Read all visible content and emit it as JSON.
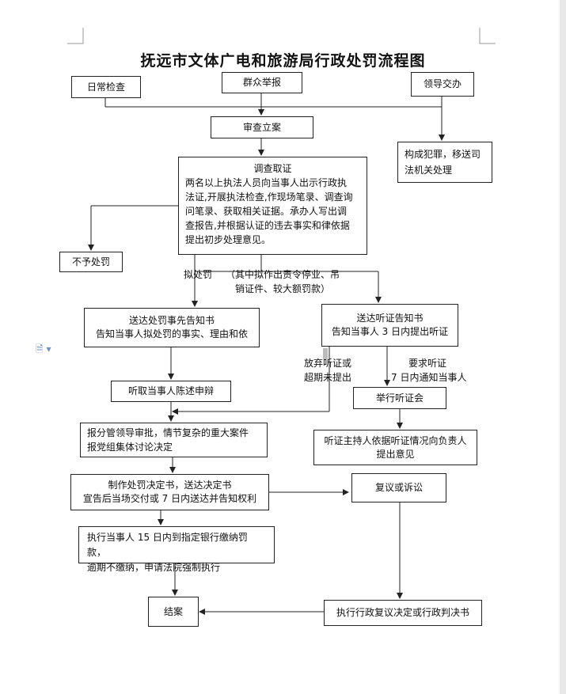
{
  "title": "抚远市文体广电和旅游局行政处罚流程图",
  "nodes": {
    "daily_check": "日常检查",
    "public_report": "群众举报",
    "leader_assign": "领导交办",
    "review_filing": "审查立案",
    "crime_transfer": [
      "构成犯罪，移送司",
      "法机关处理"
    ],
    "investigation_title": "调查取证",
    "investigation_body": [
      "两名以上执法人员向当事人出示行政执",
      "法证,开展执法检查,作现场笔录、调查询",
      "问笔录、获取相关证据。承办人写出调",
      "查报告,并根据认证的违去事实和律依据",
      "提出初步处理意见。"
    ],
    "no_penalty": "不予处罚",
    "notice_prior": [
      "送达处罚事先告知书",
      "告知当事人拟处罚的事实、理由和依"
    ],
    "hearing_notice": [
      "送达听证告知书",
      "告知当事人 3 日内提出听证"
    ],
    "hear_statement": "听取当事人陈述申辩",
    "hold_hearing": "举行听证会",
    "report_approval": [
      "报分管领导审批，情节复杂的重大案件",
      "报党组集体讨论决定"
    ],
    "host_opinion": [
      "听证主持人依据听证情况向负责人",
      "提出意见"
    ],
    "make_decision": [
      "制作处罚决定书，送达决定书",
      "宣告后当场交付或 7 日内送达并告知权利"
    ],
    "review_litigation": "复议或诉讼",
    "execute_fine": [
      "执行当事人 15 日内到指定银行缴纳罚款，",
      "逾期不缴纳，申请法院强制执行"
    ],
    "close_case": "结案",
    "execute_review": "执行行政复议决定或行政判决书"
  },
  "edge_labels": {
    "proposed_penalty": "拟处罚",
    "major_case": [
      "（其中拟作出责令停业、吊",
      "销证件、较大额罚款）"
    ],
    "waive_hearing": [
      "放弃听证或",
      "超期未提出"
    ],
    "request_hearing": [
      "要求听证",
      "7 日内通知当事人"
    ]
  }
}
